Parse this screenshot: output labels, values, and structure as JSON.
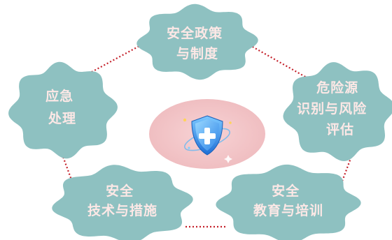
{
  "diagram": {
    "center": {
      "icon": "shield-plus-icon"
    },
    "nodes": [
      {
        "id": "policy",
        "lines": [
          "安全政策",
          "与制度"
        ]
      },
      {
        "id": "hazard",
        "lines": [
          "危险源",
          "识别与风险",
          "评估"
        ]
      },
      {
        "id": "education",
        "lines": [
          "安全",
          "教育与培训"
        ]
      },
      {
        "id": "technology",
        "lines": [
          "安全",
          "技术与措施"
        ]
      },
      {
        "id": "emergency",
        "lines": [
          "应急",
          "处理"
        ]
      }
    ],
    "colors": {
      "blob_fill": "#8ec1c1",
      "blob_text": "#fde8e6",
      "connector": "#c4202a",
      "center_fill": "#f2c7c9",
      "shield": "#2b8fe0"
    }
  }
}
